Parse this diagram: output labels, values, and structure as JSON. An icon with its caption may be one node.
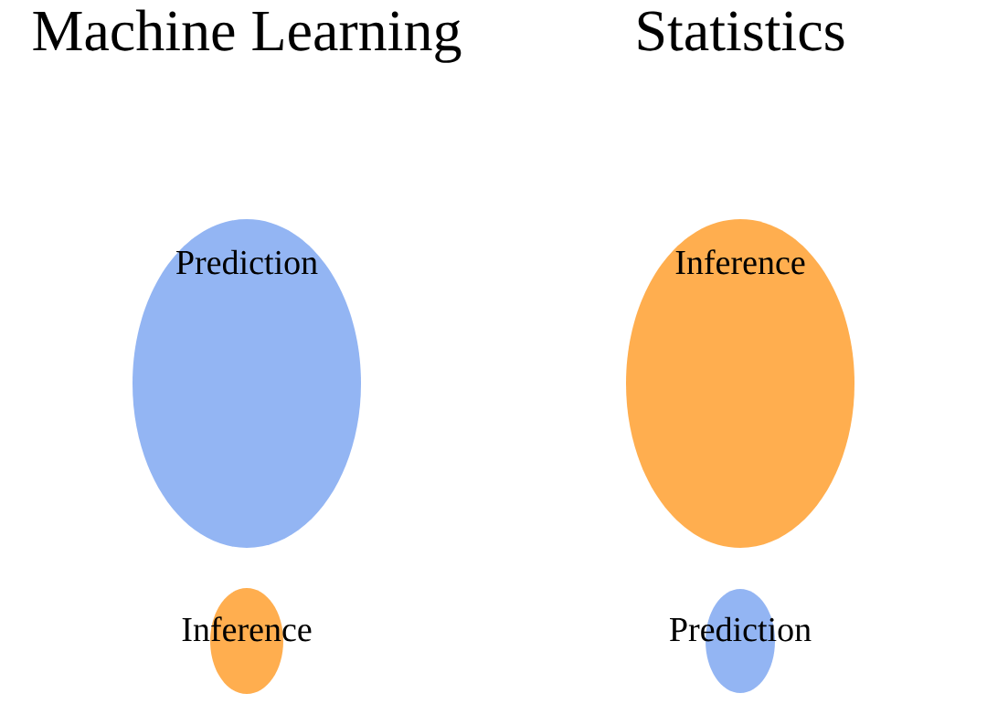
{
  "diagram": {
    "nodes": [
      {
        "text": [
          "Prediction"
        ]
      },
      {
        "text": [
          "Inference"
        ]
      },
      {
        "text": [
          "Inference"
        ]
      },
      {
        "text": [
          "Prediction"
        ]
      }
    ],
    "labels": [
      "Machine Learning",
      "Statistics"
    ]
  }
}
